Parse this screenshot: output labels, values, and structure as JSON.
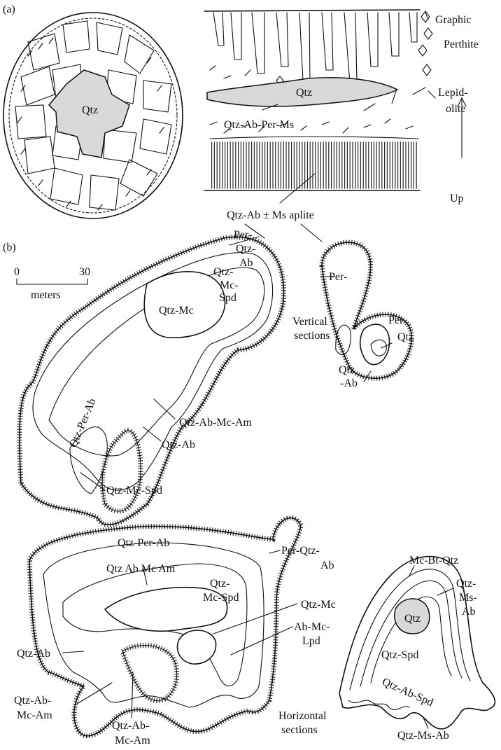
{
  "panel_a": {
    "label": "(a)",
    "pocket": {
      "core": "Qtz"
    },
    "section": {
      "qtz_lens": "Qtz",
      "graphic": "Graphic",
      "perthite": "Perthite",
      "lepidolite_1": "Lepid-",
      "lepidolite_2": "olite",
      "intermediate": "Qtz-Ab-Per-Ms",
      "up": "Up"
    },
    "aplite": "Qtz-Ab ± Ms aplite"
  },
  "panel_b": {
    "label": "(b)",
    "scale": {
      "zero": "0",
      "max": "30",
      "unit": "meters"
    },
    "vertical_caption_1": "Vertical",
    "vertical_caption_2": "sections",
    "horizontal_caption_1": "Horizontal",
    "horizontal_caption_2": "sections",
    "v1": {
      "per_qtz_ab_1": "Per-",
      "per_qtz_ab_2": "Qtz-",
      "per_qtz_ab_3": "Ab",
      "qtz_mc_spd_1": "Qtz-",
      "qtz_mc_spd_2": "Mc-",
      "qtz_mc_spd_3": "Spd",
      "qtz_mc": "Qtz-Mc",
      "qtz_per_ab": "Qtz-Per-Ab",
      "qtz_ab_mc_am": "Qtz-Ab-Mc-Am",
      "qtz_ab": "Qtz-Ab",
      "qtz_mc_spd": "Qtz-Mc-Spd"
    },
    "v2": {
      "per_qtz_1": "Per-",
      "per_qtz_2": "Qtz",
      "qtz_ab_1": "Qtz",
      "qtz_ab_2": "-Ab"
    },
    "h1": {
      "per_qtz_ab_1": "Per-Qtz-",
      "per_qtz_ab_2": "Ab",
      "qtz_per_ab": "Qtz-Per-Ab",
      "qtz_ab_mc_am_inline": "Qtz Ab Mc Am",
      "qtz_mc_spd_1": "Qtz-",
      "qtz_mc_spd_2": "Mc-Spd",
      "qtz_mc": "Qtz-Mc",
      "ab_mc_lpd_1": "Ab-Mc-",
      "ab_mc_lpd_2": "Lpd",
      "qtz_ab": "Qtz-Ab",
      "qtz_ab_mc_am_left_1": "Qtz-Ab-",
      "qtz_ab_mc_am_left_2": "Mc-Am",
      "qtz_ab_mc_am_bottom_1": "Qtz-Ab-",
      "qtz_ab_mc_am_bottom_2": "Mc-Am"
    },
    "h2": {
      "mc_bt_qtz": "Mc-Bt-Qtz",
      "qtz_ms_ab_1": "Qtz-",
      "qtz_ms_ab_2": "Ms-",
      "qtz_ms_ab_3": "Ab",
      "qtz": "Qtz",
      "qtz_spd": "Qtz-Spd",
      "qtz_ab_spd": "Qtz-Ab-Spd",
      "qtz_ms_ab_bottom": "Qtz-Ms-Ab"
    }
  }
}
